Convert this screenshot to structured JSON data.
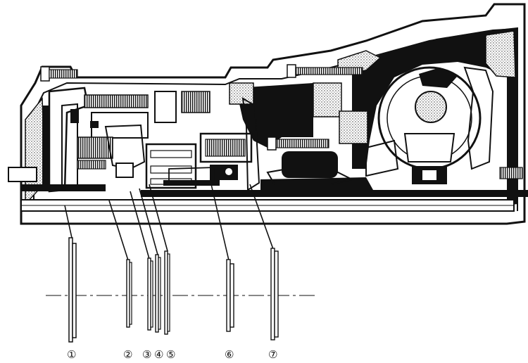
{
  "diagram": {
    "callouts": [
      {
        "label": "①"
      },
      {
        "label": "②"
      },
      {
        "label": "③"
      },
      {
        "label": "④"
      },
      {
        "label": "⑤"
      },
      {
        "label": "⑥"
      },
      {
        "label": "⑦"
      }
    ]
  },
  "colors": {
    "ink": "#111111",
    "paper": "#ffffff",
    "hatch": "#8a8a8a"
  }
}
